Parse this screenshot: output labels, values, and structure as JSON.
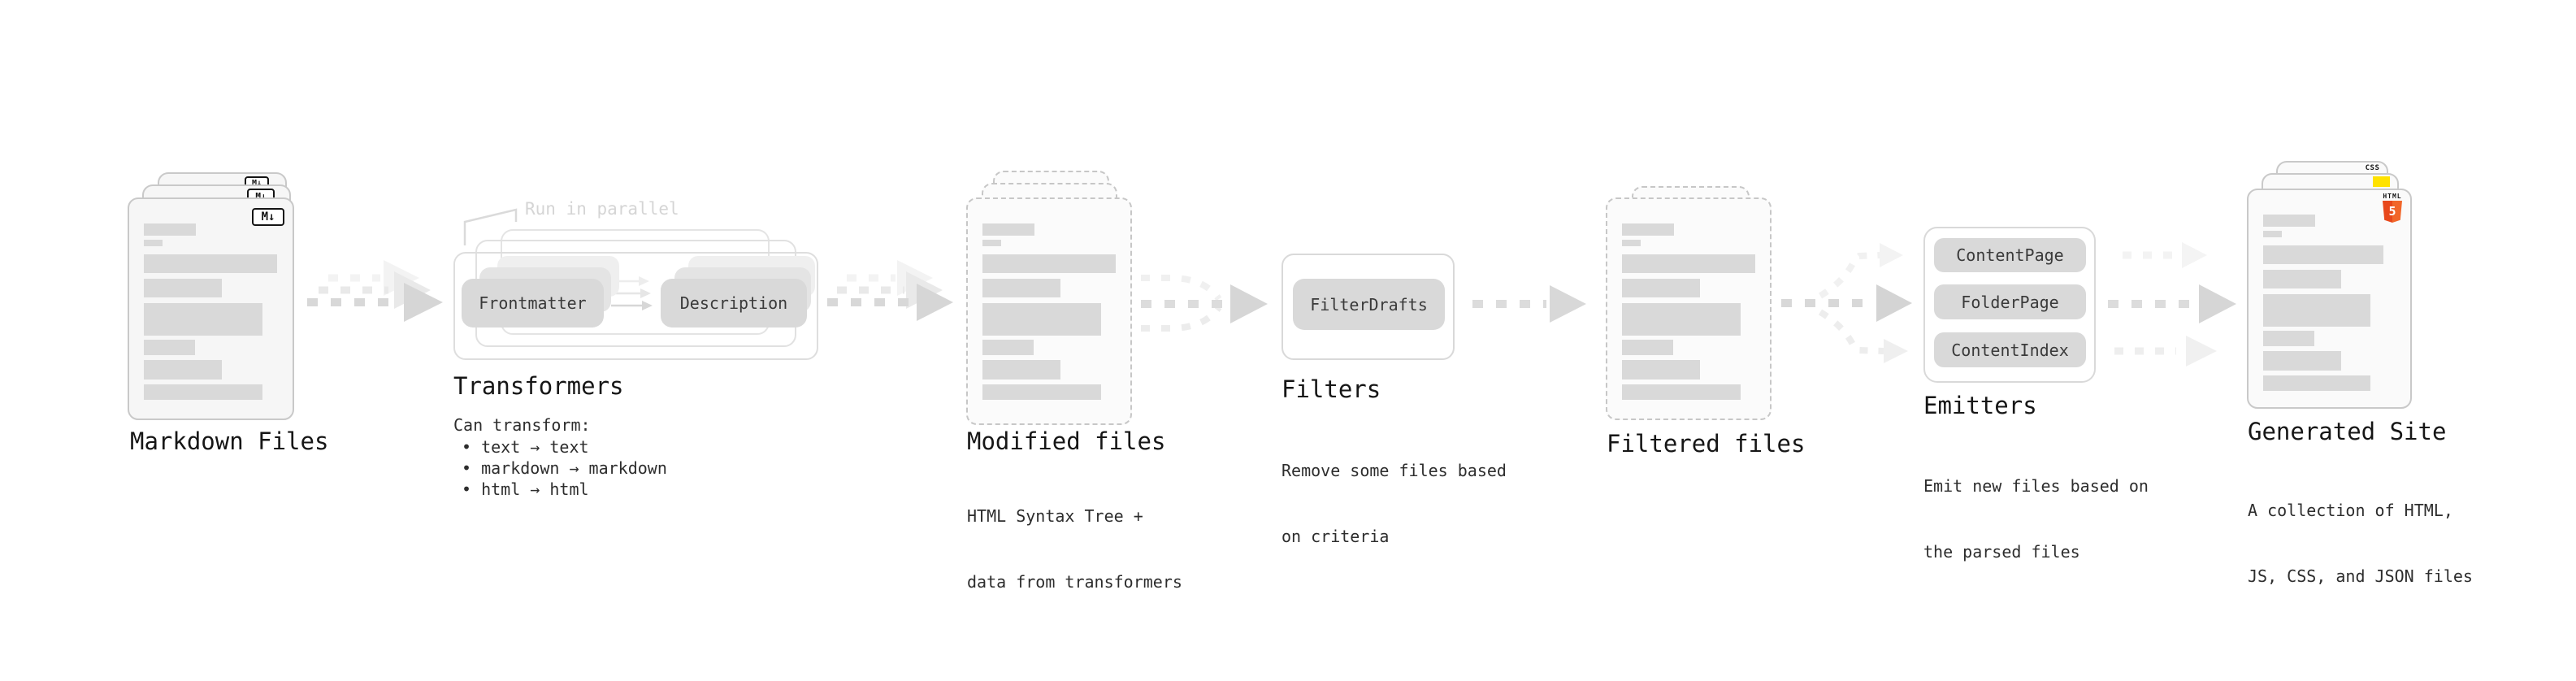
{
  "diagram": {
    "annotation_run_in_parallel": "Run in parallel"
  },
  "stages": {
    "markdown_files": {
      "label": "Markdown Files",
      "badge": "M↓"
    },
    "transformers": {
      "label": "Transformers",
      "pill_left": "Frontmatter",
      "pill_right": "Description",
      "caption_title": "Can transform:",
      "bullets": [
        "• text → text",
        "• markdown → markdown",
        "• html → html"
      ]
    },
    "modified_files": {
      "label": "Modified files",
      "caption_line1": "HTML Syntax Tree +",
      "caption_line2": "data from transformers"
    },
    "filters": {
      "label": "Filters",
      "pill": "FilterDrafts",
      "caption_line1": "Remove some files based",
      "caption_line2": "on criteria"
    },
    "filtered_files": {
      "label": "Filtered files"
    },
    "emitters": {
      "label": "Emitters",
      "pills": [
        "ContentPage",
        "FolderPage",
        "ContentIndex"
      ],
      "caption_line1": "Emit new files based on",
      "caption_line2": "the parsed files"
    },
    "generated_site": {
      "label": "Generated Site",
      "caption_line1": "A collection of HTML,",
      "caption_line2": "JS, CSS, and JSON files",
      "css_badge": "CSS",
      "html_badge_label": "HTML",
      "html_badge_number": "5"
    }
  },
  "colors": {
    "background": "#ffffff",
    "card_fill": "#f6f6f6",
    "card_border": "#c9c9c9",
    "bar_gray": "#d9d9d9",
    "pill_gray": "#d9d9d9",
    "arrow_gray": "#d8d8d8",
    "annotation_gray": "#d5d5d5",
    "heading_text": "#161616",
    "caption_text": "#2d2d2d",
    "html5_orange": "#e8481c",
    "js_yellow": "#ffe200",
    "css_blue": "#2f63e0"
  }
}
